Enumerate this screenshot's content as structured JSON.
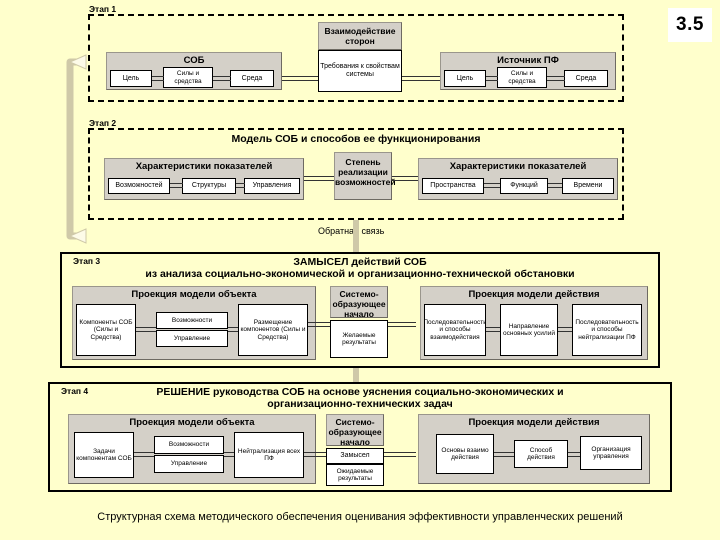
{
  "slide": {
    "number": "3.5",
    "caption": "Структурная схема методического обеспечения оценивания эффективности управленческих решений",
    "feedback_label": "Обратная связь",
    "background_color": "#ffffcc",
    "panel_color": "#d4d0c8",
    "box_color": "#ffffff"
  },
  "stage1": {
    "tag": "Этап 1",
    "group_sob": {
      "title": "СОБ",
      "items": [
        "Цель",
        "Силы и средства",
        "Среда"
      ]
    },
    "interaction": {
      "header": "Взаимодействие сторон",
      "body": "Требования к свойствам системы"
    },
    "group_pf": {
      "title": "Источник ПФ",
      "items": [
        "Цель",
        "Силы и средства",
        "Среда"
      ]
    }
  },
  "stage2": {
    "tag": "Этап 2",
    "title": "Модель СОБ и способов ее функционирования",
    "left_panel": {
      "title": "Характеристики показателей",
      "items": [
        "Возможностей",
        "Структуры",
        "Управления"
      ]
    },
    "center": "Степень реализации возможностей",
    "right_panel": {
      "title": "Характеристики показателей",
      "items": [
        "Пространства",
        "Функций",
        "Времени"
      ]
    }
  },
  "stage3": {
    "tag": "Этап 3",
    "title_line1": "ЗАМЫСЕЛ действий СОБ",
    "title_line2": "из анализа социально-экономической и организационно-технической обстановки",
    "left_panel": {
      "title": "Проекция модели объекта",
      "first": "Компоненты СОБ (Силы и Средства)",
      "middle": [
        "Возможности",
        "Управление"
      ],
      "last": "Размещение компонентов (Силы и Средства)"
    },
    "center": {
      "header": "Системо-образующее начало",
      "body": "Желаемые результаты"
    },
    "right_panel": {
      "title": "Проекция модели действия",
      "items": [
        "Последовательность и способы взаимодействия",
        "Направление основных усилий",
        "Последовательность и способы нейтрализации ПФ"
      ]
    }
  },
  "stage4": {
    "tag": "Этап 4",
    "title_line1": "РЕШЕНИЕ руководства СОБ на основе уяснения социально-экономических и",
    "title_line2": "организационно-технических задач",
    "left_panel": {
      "title": "Проекция модели объекта",
      "first": "Задачи компонентам СОБ",
      "middle": [
        "Возможности",
        "Управление"
      ],
      "last": "Нейтрализация всех ПФ"
    },
    "center": {
      "header": "Системо-образующее начало",
      "body1": "Замысел",
      "body2": "Ожидаемые результаты"
    },
    "right_panel": {
      "title": "Проекция модели действия",
      "items": [
        "Основы взаимо действия",
        "Способ действия",
        "Организация управления"
      ]
    }
  }
}
